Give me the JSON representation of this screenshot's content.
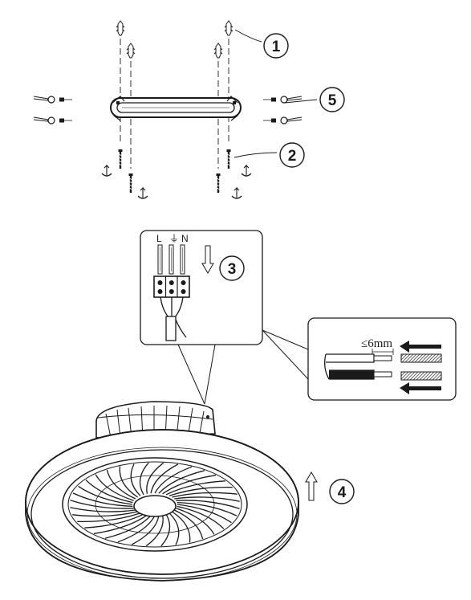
{
  "steps": {
    "step1": "1",
    "step2": "2",
    "step3": "3",
    "step4": "4",
    "step5": "5"
  },
  "wiring": {
    "live_label": "L",
    "earth_symbol": "⏚",
    "neutral_label": "N"
  },
  "strip": {
    "length_label": "≤6mm"
  },
  "colors": {
    "line": "#1a1a1a",
    "background": "#ffffff",
    "hatch": "#555555"
  }
}
